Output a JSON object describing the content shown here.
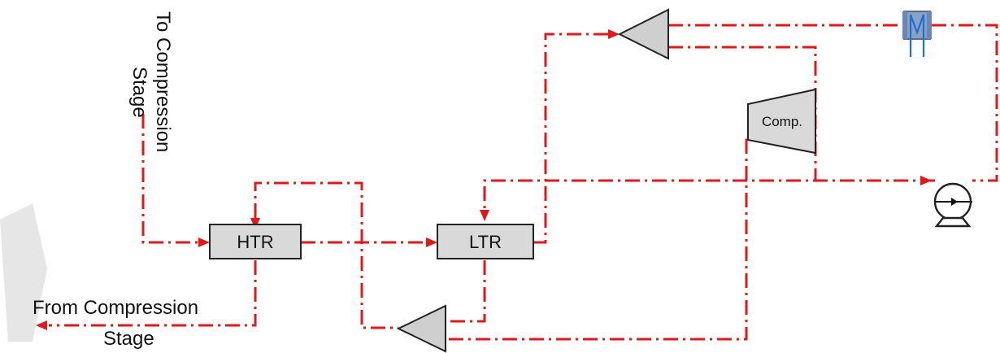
{
  "labels": {
    "to_compression": [
      "To Compression",
      "Stage"
    ],
    "from_compression": [
      "From Compression",
      "Stage"
    ],
    "htr": "HTR",
    "ltr": "LTR",
    "comp": "Comp.",
    "heat_exchanger_letter": "M"
  },
  "colors": {
    "flow_line": "#e0191b",
    "box_fill": "#d9d9d9",
    "hx_fill": "#8aa2c2",
    "hx_stroke": "#1f6fd6"
  },
  "icons": {
    "turbine_top": "turbine-icon",
    "turbine_bottom": "turbine-icon",
    "pump": "pump-icon",
    "heat_exchanger": "heat-exchanger-icon",
    "compressor": "compressor-icon"
  }
}
